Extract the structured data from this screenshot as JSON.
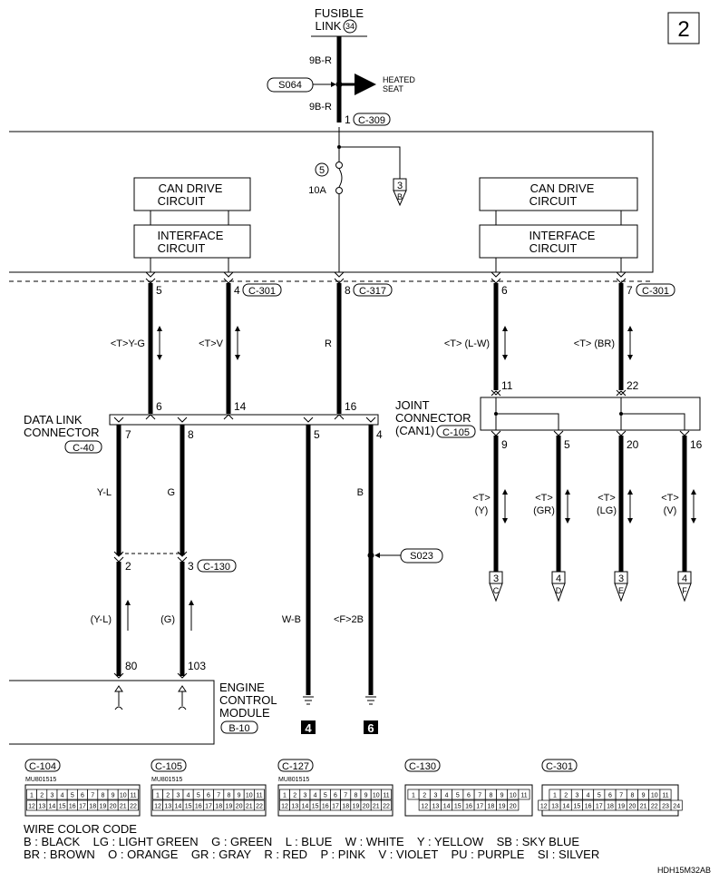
{
  "page_number": "2",
  "fusible_link": {
    "line1": "FUSIBLE",
    "line2": "LINK",
    "number": "34"
  },
  "heated_seat": {
    "line1": "HEATED",
    "line2": "SEAT"
  },
  "top_wires": {
    "upper": "9B-R",
    "lower": "9B-R"
  },
  "splices": {
    "s064": "S064",
    "s023": "S023"
  },
  "c309": {
    "pin": "1",
    "code": "C-309"
  },
  "fuse": {
    "number": "5",
    "rating": "10A"
  },
  "ref_b": {
    "num": "3",
    "letter": "B"
  },
  "left_can": {
    "drive1": "CAN DRIVE",
    "drive2": "CIRCUIT",
    "iface1": "INTERFACE",
    "iface2": "CIRCUIT"
  },
  "right_can": {
    "drive1": "CAN DRIVE",
    "drive2": "CIRCUIT",
    "iface1": "INTERFACE",
    "iface2": "CIRCUIT"
  },
  "etacs_pins": {
    "p5": "5",
    "p4": "4",
    "c301": "C-301",
    "p8": "8",
    "c317": "C-317",
    "p6": "6",
    "p7": "7",
    "c301b": "C-301"
  },
  "wire_labels": {
    "yg": "<T>Y-G",
    "v": "<T>V",
    "r": "R",
    "lw": "<T> (L-W)",
    "br": "<T> (BR)"
  },
  "data_link": {
    "line1": "DATA LINK",
    "line2": "CONNECTOR",
    "code": "C-40",
    "top_p6": "6",
    "top_p14": "14",
    "top_p16": "16",
    "bot_p7": "7",
    "bot_p8": "8",
    "bot_p5": "5",
    "bot_p4": "4"
  },
  "joint": {
    "line1": "JOINT",
    "line2": "CONNECTOR",
    "line3": "(CAN1)",
    "code": "C-105",
    "in11": "11",
    "in22": "22",
    "o9": "9",
    "o5": "5",
    "o20": "20",
    "o16": "16"
  },
  "joint_out_labels": [
    {
      "t": "<T>",
      "c": "(Y)"
    },
    {
      "t": "<T>",
      "c": "(GR)"
    },
    {
      "t": "<T>",
      "c": "(LG)"
    },
    {
      "t": "<T>",
      "c": "(V)"
    }
  ],
  "joint_refs": [
    {
      "num": "3",
      "letter": "C"
    },
    {
      "num": "4",
      "letter": "D"
    },
    {
      "num": "3",
      "letter": "E"
    },
    {
      "num": "4",
      "letter": "F"
    }
  ],
  "lower_wires": {
    "yl": "Y-L",
    "g": "G",
    "b": "B",
    "ylp": "(Y-L)",
    "gp": "(G)",
    "wb": "W-B",
    "f2b": "<F>2B"
  },
  "c130": {
    "p2": "2",
    "p3": "3",
    "code": "C-130"
  },
  "ecm": {
    "line1": "ENGINE",
    "line2": "CONTROL",
    "line3": "MODULE",
    "code": "B-10",
    "p80": "80",
    "p103": "103"
  },
  "grounds": {
    "g4": "4",
    "g6": "6"
  },
  "connector_views": [
    {
      "code": "C-104",
      "part": "MU801515",
      "row1": [
        "1",
        "2",
        "3",
        "4",
        "5",
        "6",
        "7",
        "8",
        "9",
        "10",
        "11"
      ],
      "row2": [
        "12",
        "13",
        "14",
        "15",
        "16",
        "17",
        "18",
        "19",
        "20",
        "21",
        "22"
      ]
    },
    {
      "code": "C-105",
      "part": "MU801515",
      "row1": [
        "1",
        "2",
        "3",
        "4",
        "5",
        "6",
        "7",
        "8",
        "9",
        "10",
        "11"
      ],
      "row2": [
        "12",
        "13",
        "14",
        "15",
        "16",
        "17",
        "18",
        "19",
        "20",
        "21",
        "22"
      ]
    },
    {
      "code": "C-127",
      "part": "MU801515",
      "row1": [
        "1",
        "2",
        "3",
        "4",
        "5",
        "6",
        "7",
        "8",
        "9",
        "10",
        "11"
      ],
      "row2": [
        "12",
        "13",
        "14",
        "15",
        "16",
        "17",
        "18",
        "19",
        "20",
        "21",
        "22"
      ]
    },
    {
      "code": "C-130",
      "part": "",
      "row1": [
        "1",
        "2",
        "3",
        "4",
        "5",
        "6",
        "7",
        "8",
        "9",
        "10",
        "11"
      ],
      "row2": [
        "12",
        "13",
        "14",
        "15",
        "16",
        "17",
        "18",
        "19",
        "20"
      ]
    },
    {
      "code": "C-301",
      "part": "",
      "row1": [
        "1",
        "2",
        "3",
        "4",
        "5",
        "6",
        "7",
        "8",
        "9",
        "10",
        "11"
      ],
      "row2": [
        "12",
        "13",
        "14",
        "15",
        "16",
        "17",
        "18",
        "19",
        "20",
        "21",
        "22",
        "23",
        "24"
      ]
    }
  ],
  "wire_color_code": {
    "title": "WIRE COLOR CODE",
    "line1": "B : BLACK    LG : LIGHT GREEN    G : GREEN    L : BLUE    W : WHITE    Y : YELLOW    SB : SKY BLUE",
    "line2": "BR : BROWN    O : ORANGE    GR : GRAY    R : RED    P : PINK    V : VIOLET    PU : PURPLE    SI : SILVER"
  },
  "diagram_id": "HDH15M32AB"
}
